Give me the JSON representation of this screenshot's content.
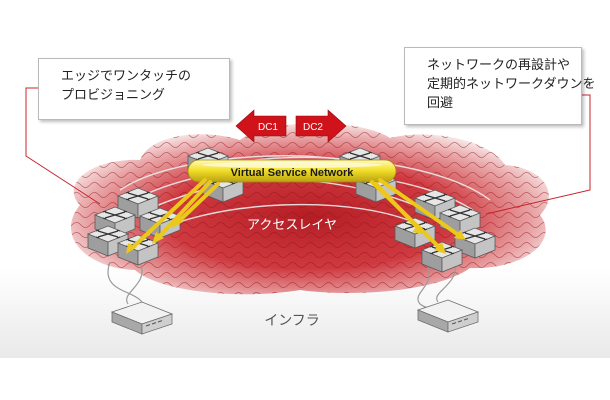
{
  "callouts": {
    "left": {
      "line1": "エッジでワンタッチの",
      "line2": "プロビジョニング"
    },
    "right": {
      "line1": "ネットワークの再設計や",
      "line2": "定期的ネットワークダウンを",
      "line3": "回避"
    }
  },
  "labels": {
    "dc1": "DC1",
    "dc2": "DC2",
    "vsn": "Virtual Service Network",
    "access_layer": "アクセスレイヤ",
    "infra": "インフラ"
  },
  "colors": {
    "cloud_red": "#c8242b",
    "arrow_red": "#d0121b",
    "vsn_yellow": "#f3e12a",
    "link_yellow": "#e9c81c",
    "switch_gray": "#c9c9c9"
  }
}
